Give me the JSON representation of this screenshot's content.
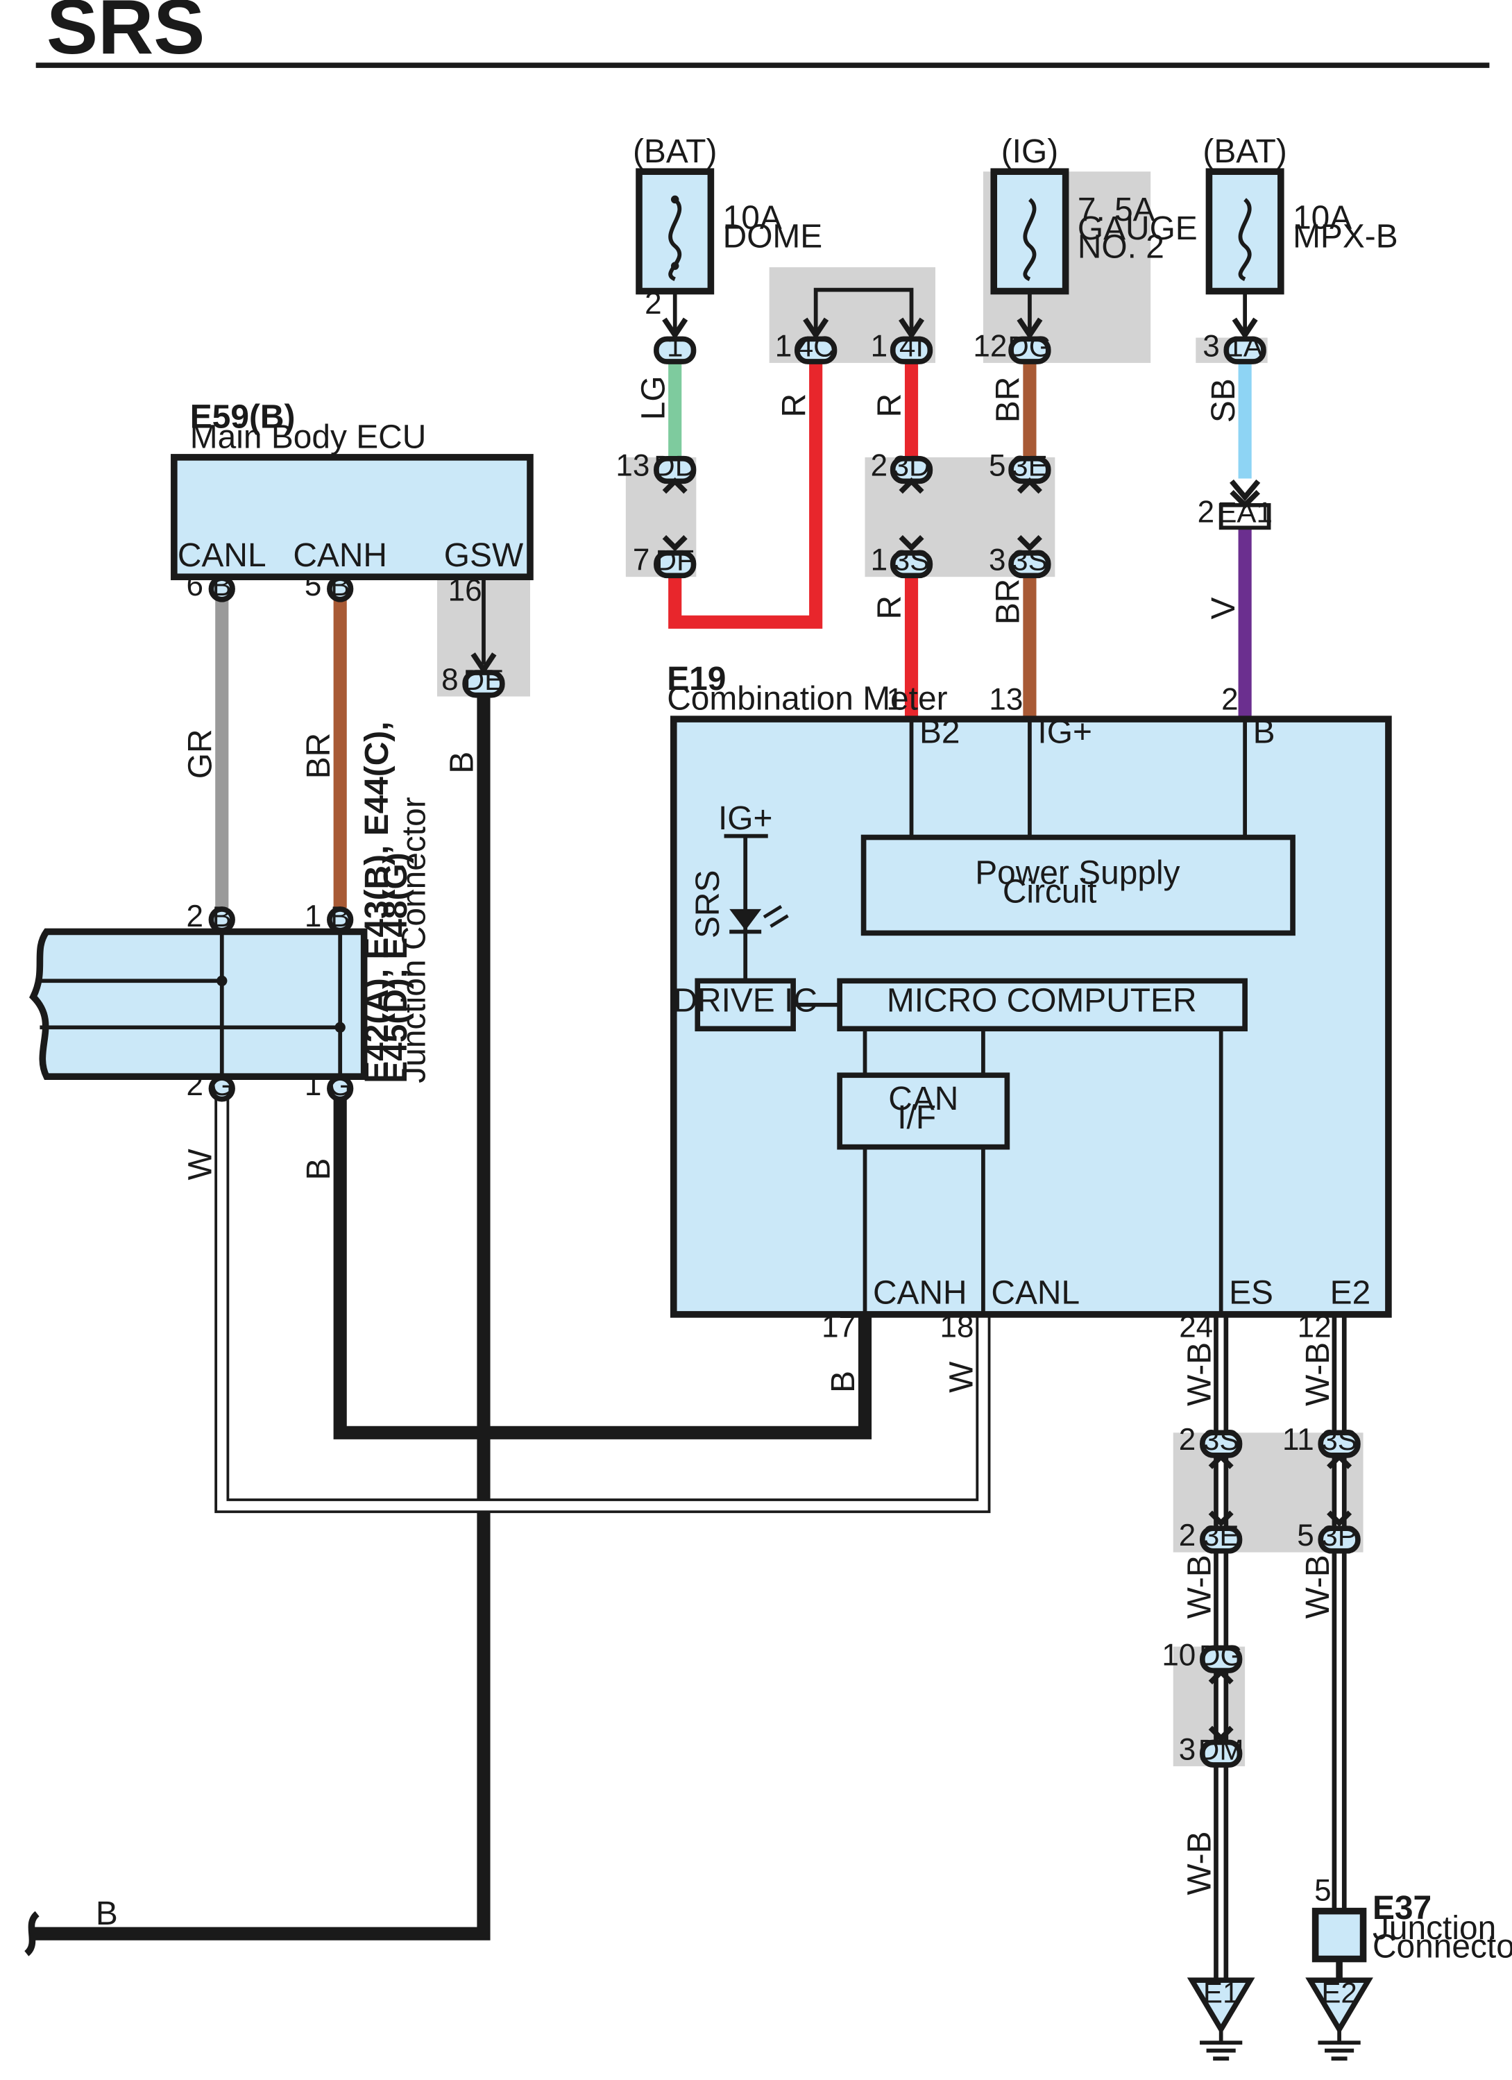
{
  "title": "SRS",
  "components": {
    "fuse_dome": {
      "source": "(BAT)",
      "rating": "10A",
      "name": "DOME"
    },
    "fuse_gauge": {
      "source": "(IG)",
      "rating": "7. 5A",
      "name1": "GAUGE",
      "name2": "NO. 2"
    },
    "fuse_mpx": {
      "source": "(BAT)",
      "rating": "10A",
      "name": "MPX-B"
    },
    "main_body_ecu": {
      "code": "E59(B)",
      "name": "Main Body ECU",
      "pins": [
        "CANL",
        "CANH",
        "GSW"
      ]
    },
    "combination_meter": {
      "code": "E19",
      "name": "Combination Meter",
      "pins_top": [
        "B2",
        "IG+",
        "B"
      ],
      "pins_bottom": [
        "CANH",
        "CANL",
        "ES",
        "E2"
      ]
    },
    "junction_connector": {
      "code1": "E42(A), E43(B), E44(C),",
      "code2": "E45(D), E48(G)",
      "name": "Junction Connector"
    },
    "e37": {
      "code": "E37",
      "name1": "Junction",
      "name2": "Connector"
    },
    "inner": {
      "power_supply_1": "Power Supply",
      "power_supply_2": "Circuit",
      "micro": "MICRO COMPUTER",
      "drive_ic": "DRIVE IC",
      "can1": "CAN",
      "can2": "I/F",
      "ig": "IG+",
      "srs": "SRS"
    }
  },
  "wire_colors": {
    "LG": "#7ecb9e",
    "R": "#e8262c",
    "BR": "#a85a35",
    "SB": "#8ed4f4",
    "V": "#6b2f8f",
    "GR": "#9a9a9a",
    "B": "#1a1a1a",
    "W": "#ffffff"
  },
  "connectors": [
    "1",
    "4C",
    "4I",
    "DG",
    "1A",
    "DD",
    "DF",
    "3D",
    "3S",
    "3E",
    "EA1",
    "B",
    "DE",
    "G",
    "3P",
    "DM",
    "E1",
    "E2"
  ],
  "wire_labels": [
    "LG",
    "R",
    "BR",
    "SB",
    "V",
    "GR",
    "B",
    "W",
    "W-B"
  ],
  "pin_numbers": [
    "1",
    "2",
    "3",
    "5",
    "6",
    "7",
    "8",
    "10",
    "11",
    "12",
    "13",
    "16",
    "17",
    "18",
    "24"
  ]
}
